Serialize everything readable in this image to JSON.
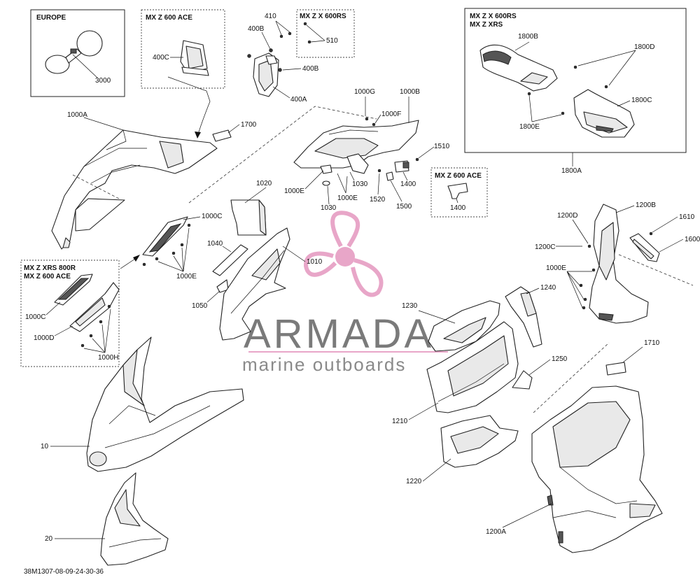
{
  "diagram_id": "38M1307-08-09-24-30-36",
  "watermark": {
    "brand": "ARMADA",
    "tagline": "marine outboards",
    "color": "#e8a6c8"
  },
  "boxes": {
    "europe": "EUROPE",
    "mxz600ace_top": "MX Z 600 ACE",
    "mzx600rs": "MX Z X 600RS",
    "mzx600rs_xrs_l1": "MX Z X 600RS",
    "mzx600rs_xrs_l2": "MX Z XRS",
    "xrs800r_l1": "MX Z XRS 800R",
    "xrs800r_l2": "MX Z 600 ACE",
    "mxz600ace_right": "MX Z 600 ACE"
  },
  "labels": {
    "p3000": "3000",
    "p400C": "400C",
    "p410": "410",
    "p400B_a": "400B",
    "p510": "510",
    "p400B_b": "400B",
    "p400A": "400A",
    "p1800B": "1800B",
    "p1800D": "1800D",
    "p1800C": "1800C",
    "p1800E": "1800E",
    "p1800A": "1800A",
    "p1000A": "1000A",
    "p1700": "1700",
    "p1000G": "1000G",
    "p1000B": "1000B",
    "p1000F": "1000F",
    "p1510": "1510",
    "p1000E_mid": "1000E",
    "p1030_a": "1030",
    "p1030_b": "1030",
    "p1000E_mid2": "1000E",
    "p1520": "1520",
    "p1400_a": "1400",
    "p1500": "1500",
    "p1400_b": "1400",
    "p1020": "1020",
    "p1000C_a": "1000C",
    "p1040": "1040",
    "p1010": "1010",
    "p1000E_left": "1000E",
    "p1050": "1050",
    "p1000C_b": "1000C",
    "p1000D": "1000D",
    "p1000H": "1000H",
    "p1200D": "1200D",
    "p1200B": "1200B",
    "p1610": "1610",
    "p1200C": "1200C",
    "p1600": "1600",
    "p1000E_right": "1000E",
    "p1240": "1240",
    "p1230": "1230",
    "p1250": "1250",
    "p1710": "1710",
    "p1210": "1210",
    "p10": "10",
    "p1220": "1220",
    "p20": "20",
    "p1200A": "1200A"
  }
}
